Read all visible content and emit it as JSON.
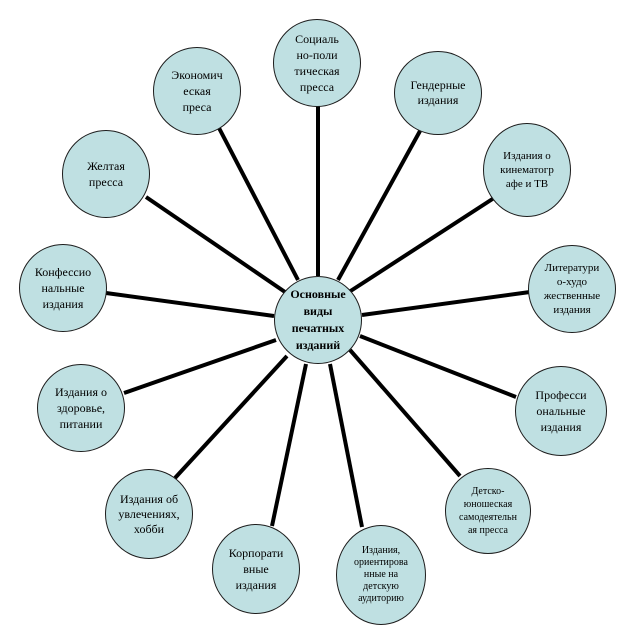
{
  "diagram": {
    "center": {
      "label": "Основные\nвиды\nпечатных\nизданий"
    },
    "nodes": [
      {
        "id": "socio-political",
        "label": "Социаль\nно-поли\nтическая\nпресса"
      },
      {
        "id": "gender",
        "label": "Гендерные\nиздания"
      },
      {
        "id": "cinema-tv",
        "label": "Издания о\nкинематогр\nафе и ТВ"
      },
      {
        "id": "literary-art",
        "label": "Литератури\nо-худо\nжественные\nиздания"
      },
      {
        "id": "professional",
        "label": "Професси\nональные\nиздания"
      },
      {
        "id": "youth-amateur",
        "label": "Детско-\nюношеская\nсамодеятельн\nая пресса"
      },
      {
        "id": "children-audience",
        "label": "Издания,\nориентирова\nнные на\nдетскую\nаудиторию"
      },
      {
        "id": "corporate",
        "label": "Корпорати\nвные\nиздания"
      },
      {
        "id": "hobbies",
        "label": "Издания об\nувлечениях,\nхобби"
      },
      {
        "id": "health-food",
        "label": "Издания о\nздоровье,\nпитании"
      },
      {
        "id": "confessional",
        "label": "Конфессио\nнальные\nиздания"
      },
      {
        "id": "yellow-press",
        "label": "Желтая\nпресса"
      },
      {
        "id": "economic",
        "label": "Экономич\nеская\nпреса"
      }
    ]
  },
  "colors": {
    "node_fill": "#bfe0e2",
    "node_border": "#1c1c1c",
    "link": "#000000"
  }
}
